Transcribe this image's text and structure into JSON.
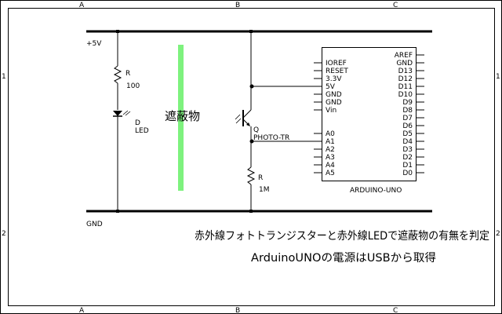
{
  "frame": {
    "columns": [
      "A",
      "B",
      "C"
    ],
    "rows": [
      "1",
      "2"
    ]
  },
  "rails": {
    "vcc_label": "+5V",
    "gnd_label": "GND"
  },
  "components": {
    "r1": {
      "ref": "R",
      "value": "100"
    },
    "led": {
      "ref": "D",
      "value": "LED"
    },
    "obstacle": {
      "label": "遮蔽物",
      "color": "#7ef27e"
    },
    "q1": {
      "ref": "Q",
      "value": "PHOTO-TR"
    },
    "r2": {
      "ref": "R",
      "value": "1M"
    },
    "arduino": {
      "name": "ARDUINO-UNO",
      "left_pins": [
        "IOREF",
        "RESET",
        "3.3V",
        "5V",
        "GND",
        "GND",
        "Vin",
        "",
        "",
        "A0",
        "A1",
        "A2",
        "A3",
        "A4",
        "A5"
      ],
      "right_pins": [
        "AREF",
        "GND",
        "D13",
        "D12",
        "D11",
        "D10",
        "D9",
        "D8",
        "D7",
        "D6",
        "D5",
        "D4",
        "D3",
        "D2",
        "D1",
        "D0"
      ]
    }
  },
  "notes": {
    "line1": "赤外線フォトトランジスターと赤外線LEDで遮蔽物の有無を判定",
    "line2": "ArduinoUNOの電源はUSBから取得"
  }
}
